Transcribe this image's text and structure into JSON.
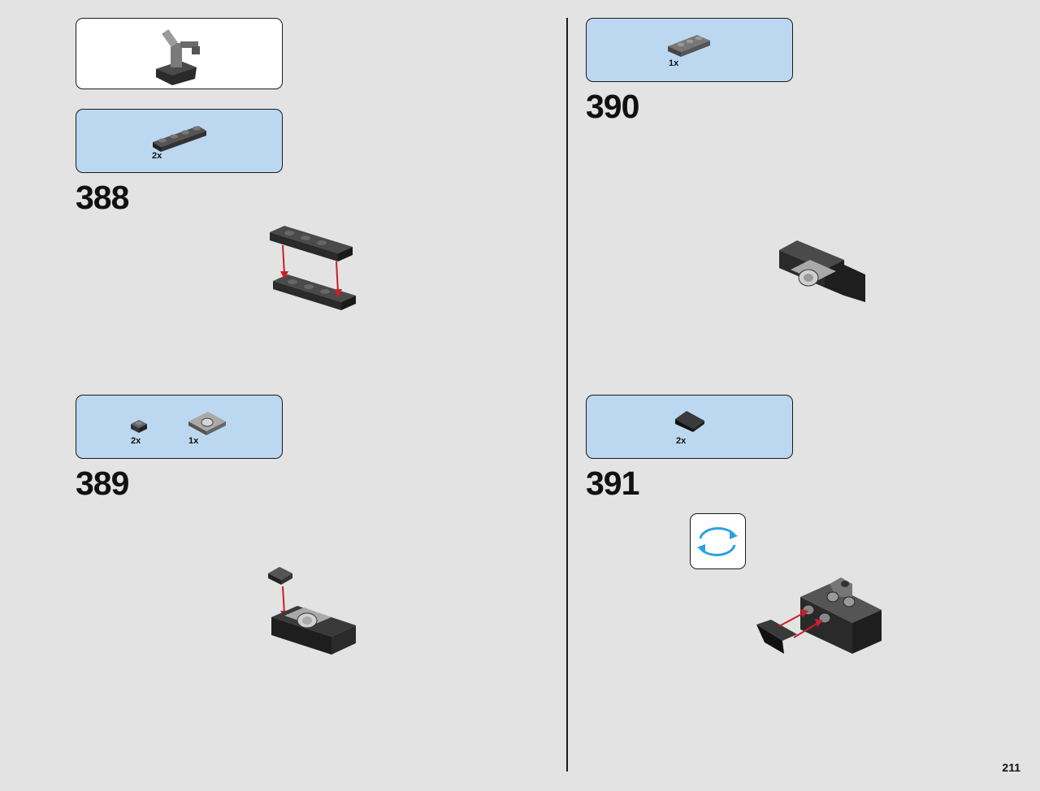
{
  "steps": [
    {
      "number": "388",
      "parts": [
        {
          "qty": "2x",
          "icon": "black-plate-1x4"
        }
      ]
    },
    {
      "number": "389",
      "parts": [
        {
          "qty": "2x",
          "icon": "dark-gray-plate-1x1"
        },
        {
          "qty": "1x",
          "icon": "light-gray-round-plate-2x2"
        }
      ]
    },
    {
      "number": "390",
      "parts": [
        {
          "qty": "1x",
          "icon": "dark-gray-plate-1x3"
        }
      ]
    },
    {
      "number": "391",
      "parts": [
        {
          "qty": "2x",
          "icon": "black-slope-tile"
        }
      ]
    }
  ],
  "page_number": "211",
  "colors": {
    "background": "#e3e3e3",
    "parts_box": "#bcd8f1",
    "arrow_red": "#c8202a",
    "rotate_arrow_blue": "#2aa3dc"
  },
  "icons": {
    "reference_model": "subassembly-preview",
    "rotate": "rotate-model-icon"
  }
}
